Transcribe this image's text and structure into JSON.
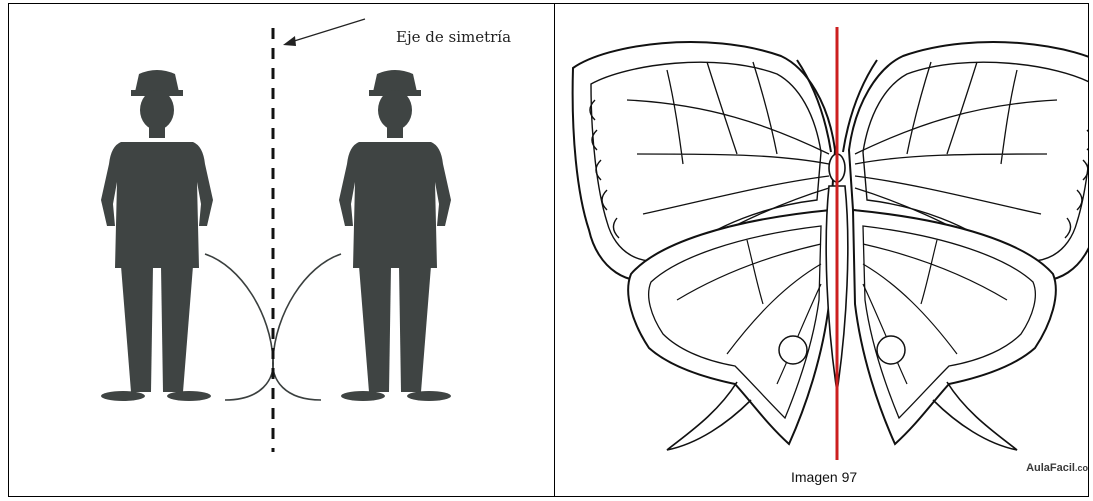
{
  "left_panel": {
    "axis_label": "Eje de simetría",
    "figure_color": "#3f4443",
    "axis_line_color": "#111111"
  },
  "right_panel": {
    "caption": "Imagen 97",
    "watermark_main": "AulaFacil",
    "watermark_tld": ".co",
    "symmetry_line_color": "#cc1f1f"
  }
}
